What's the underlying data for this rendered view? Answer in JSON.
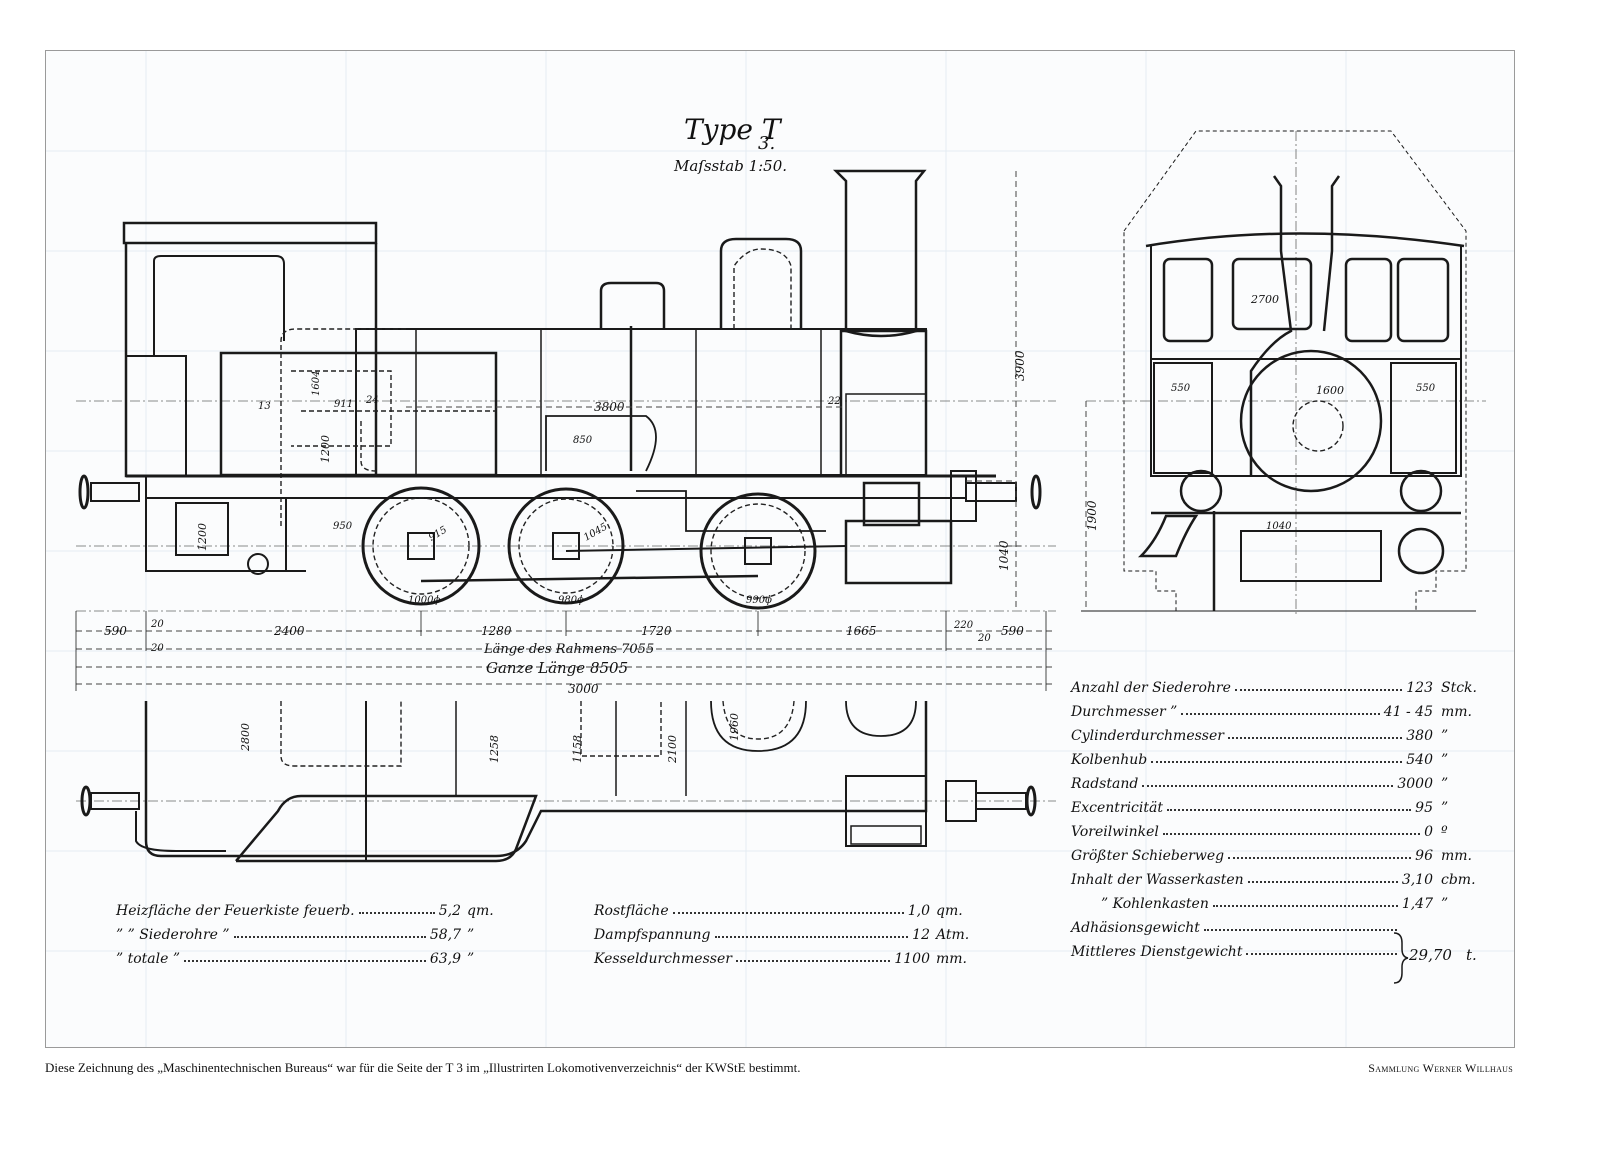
{
  "drawing": {
    "title": "Type T",
    "title_sub": "3.",
    "scale": "Maſsstab 1:50.",
    "side_view_dimensions": {
      "overall_height": "3900",
      "height_1900": "1900",
      "wheel_centre_height": "1040",
      "boiler_length": "3800",
      "cab_height": "1200",
      "dim_1200_lower": "1200",
      "dim_911": "911",
      "dim_1604": "1604",
      "dim_13": "13",
      "dim_24": "24",
      "dim_22": "22",
      "dim_850": "850",
      "dim_950": "950",
      "wheel_1": "1000ϕ",
      "wheel_2": "980ϕ",
      "wheel_3": "990ϕ",
      "d_915": "915",
      "d_1045": "1045"
    },
    "length_dimensions": {
      "d_590_left": "590",
      "d_20_top": "20",
      "d_20_bottom": "20",
      "d_2400": "2400",
      "d_1280": "1280",
      "d_1720": "1720",
      "d_1665": "1665",
      "d_220": "220",
      "d_20_right": "20",
      "d_590_right": "590",
      "frame_length": "Länge des Rahmens   7055",
      "total_length": "Ganze Länge  8505",
      "wheelbase": "3000"
    },
    "plan_view_dimensions": {
      "d_2800": "2800",
      "d_1258": "1258",
      "d_1158": "1158",
      "d_2100": "2100",
      "d_1960": "1960"
    },
    "end_view_dimensions": {
      "width_2700": "2700",
      "boiler_1600": "1600",
      "left_550": "550",
      "right_550": "550",
      "d_1040": "1040"
    }
  },
  "specs_right": [
    {
      "label": "Anzahl der Siederohre",
      "value": "123",
      "unit": "Stck."
    },
    {
      "label": "Durchmesser     ”",
      "value": "41 - 45",
      "unit": "mm."
    },
    {
      "label": "Cylinderdurchmesser",
      "value": "380",
      "unit": "”"
    },
    {
      "label": "Kolbenhub",
      "value": "540",
      "unit": "”"
    },
    {
      "label": "Radstand",
      "value": "3000",
      "unit": "”"
    },
    {
      "label": "Excentricität",
      "value": "95",
      "unit": "”"
    },
    {
      "label": "Voreilwinkel",
      "value": "0",
      "unit": "º"
    },
    {
      "label": "Größter Schieberweg",
      "value": "96",
      "unit": "mm."
    },
    {
      "label": "Inhalt der Wasserkasten",
      "value": "3,10",
      "unit": "cbm."
    },
    {
      "label": "”          Kohlenkasten",
      "value": "1,47",
      "unit": "”"
    }
  ],
  "weights": {
    "adhesion": "Adhäsionsgewicht",
    "service": "Mittleres Dienstgewicht",
    "value": "29,70",
    "unit": "t."
  },
  "specs_left": [
    {
      "label": "Heizfläche der Feuerkiste feuerb.",
      "value": "5,2",
      "unit": "qm."
    },
    {
      "label": "”        ”  Siederohre      ”",
      "value": "58,7",
      "unit": "”"
    },
    {
      "label": "”        totale               ”",
      "value": "63,9",
      "unit": "”"
    }
  ],
  "specs_middle": [
    {
      "label": "Rostfläche",
      "value": "1,0",
      "unit": "qm."
    },
    {
      "label": "Dampfspannung",
      "value": "12",
      "unit": "Atm."
    },
    {
      "label": "Kesseldurchmesser",
      "value": "1100",
      "unit": "mm."
    }
  ],
  "caption": "Diese Zeichnung des „Maschinentechnischen Bureaus“ war für die Seite der T 3 im „Illustrirten Lokomotivenverzeichnis“ der KWStE bestimmt.",
  "collection": "Sammlung Werner Willhaus"
}
